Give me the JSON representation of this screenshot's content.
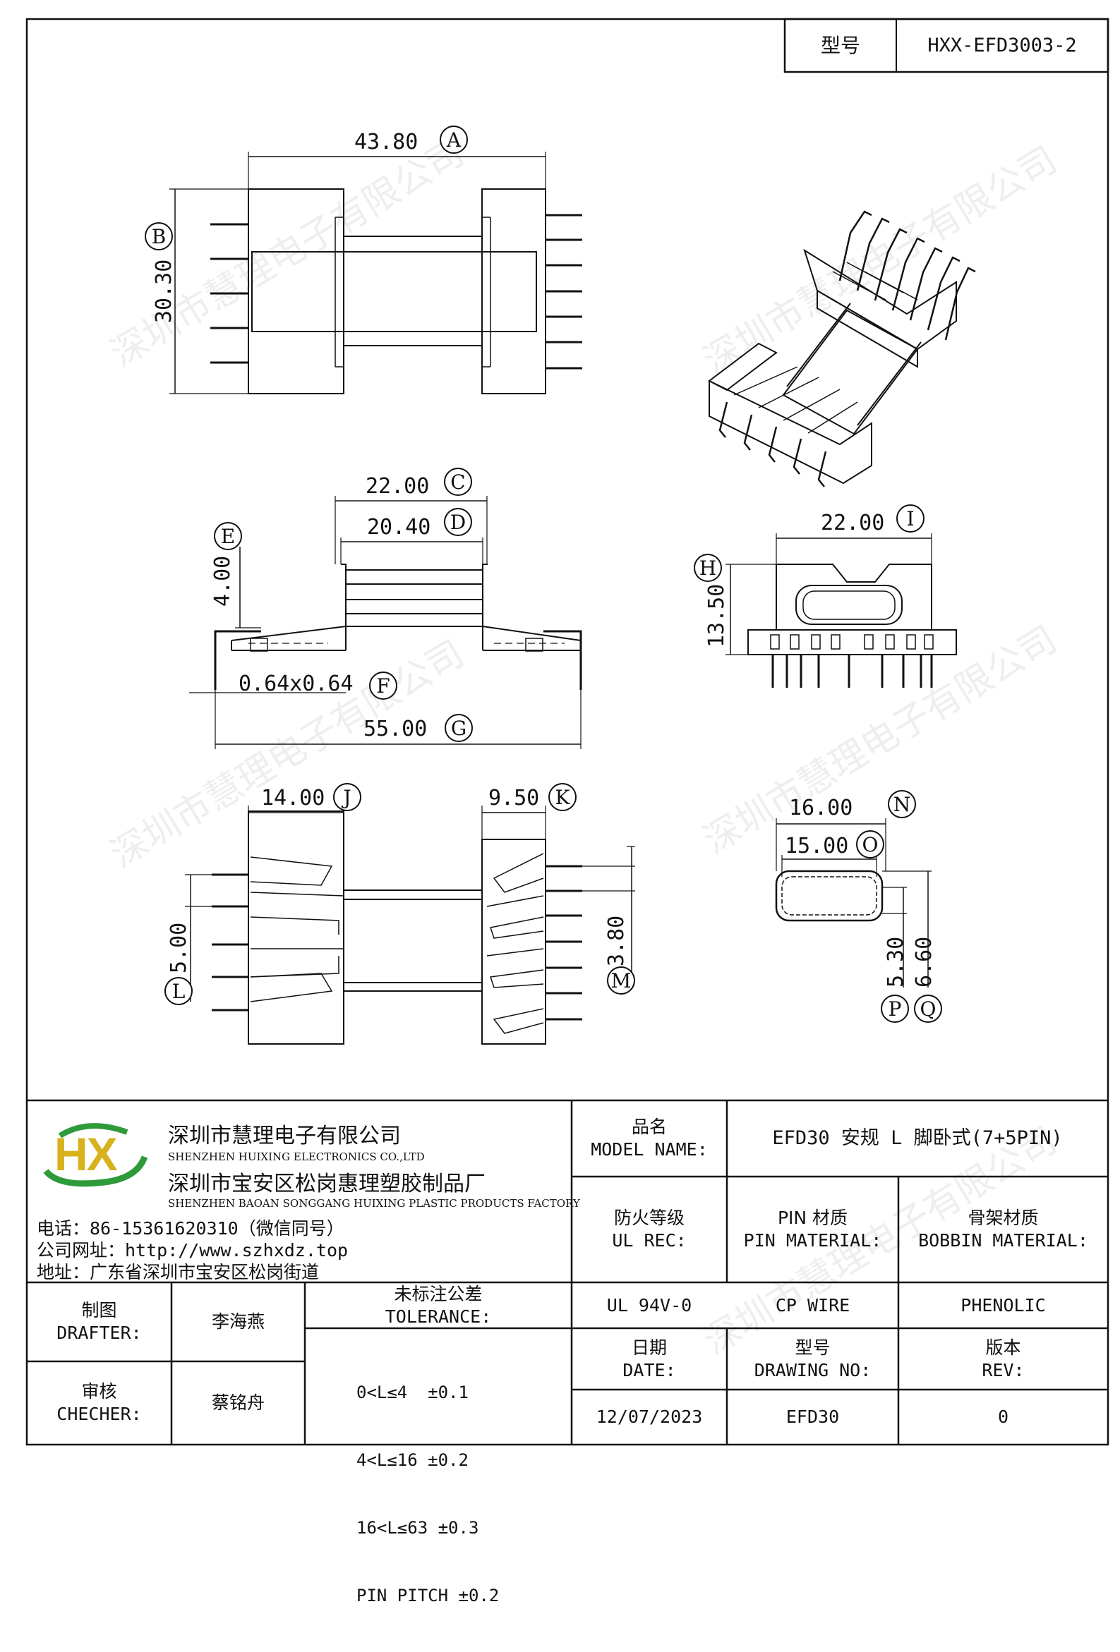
{
  "header": {
    "model_label": "型号",
    "model_value": "HXX-EFD3003-2"
  },
  "dims": {
    "A": "43.80",
    "B": "30.30",
    "C": "22.00",
    "D": "20.40",
    "E": "4.00",
    "F": "0.64x0.64",
    "G": "55.00",
    "H": "13.50",
    "I": "22.00",
    "J": "14.00",
    "K": "9.50",
    "L": "5.00",
    "M": "3.80",
    "N": "16.00",
    "O": "15.00",
    "P": "5.30",
    "Q": "6.60"
  },
  "markers": [
    "A",
    "B",
    "C",
    "D",
    "E",
    "F",
    "G",
    "H",
    "I",
    "J",
    "K",
    "L",
    "M",
    "N",
    "O",
    "P",
    "Q"
  ],
  "watermark": "深圳市慧理电子有限公司",
  "company": {
    "name_cn": "深圳市慧理电子有限公司",
    "name_en": "SHENZHEN HUIXING ELECTRONICS CO.,LTD",
    "factory_cn": "深圳市宝安区松岗惠理塑胶制品厂",
    "factory_en": "SHENZHEN BAOAN SONGGANG HUIXING PLASTIC PRODUCTS FACTORY",
    "phone": "电话：86-15361620310（微信同号）",
    "website": "公司网址：http://www.szhxdz.top",
    "address": "地址：广东省深圳市宝安区松岗街道",
    "logo_text": "HX"
  },
  "title_block": {
    "model_name_cn": "品名",
    "model_name_en": "MODEL NAME:",
    "model_name_value": "EFD30 安规 L 脚卧式(7+5PIN)",
    "ul_cn": "防火等级",
    "ul_en": "UL REC:",
    "ul_value": "UL 94V-0",
    "pin_cn": "PIN 材质",
    "pin_en": "PIN MATERIAL:",
    "pin_value": "CP WIRE",
    "bobbin_cn": "骨架材质",
    "bobbin_en": "BOBBIN MATERIAL:",
    "bobbin_value": "PHENOLIC",
    "drafter_cn": "制图",
    "drafter_en": "DRAFTER:",
    "drafter_value": "李海燕",
    "checker_cn": "审核",
    "checker_en": "CHECHER:",
    "checker_value": "蔡铭舟",
    "tol_cn": "未标注公差",
    "tol_en": "TOLERANCE:",
    "tol_lines": [
      "0<L≤4  ±0.1",
      "4<L≤16 ±0.2",
      "16<L≤63 ±0.3",
      "PIN PITCH ±0.2"
    ],
    "date_cn": "日期",
    "date_en": "DATE:",
    "date_value": "12/07/2023",
    "drawing_cn": "型号",
    "drawing_en": "DRAWING NO:",
    "drawing_value": "EFD30",
    "rev_cn": "版本",
    "rev_en": "REV:",
    "rev_value": "0"
  }
}
